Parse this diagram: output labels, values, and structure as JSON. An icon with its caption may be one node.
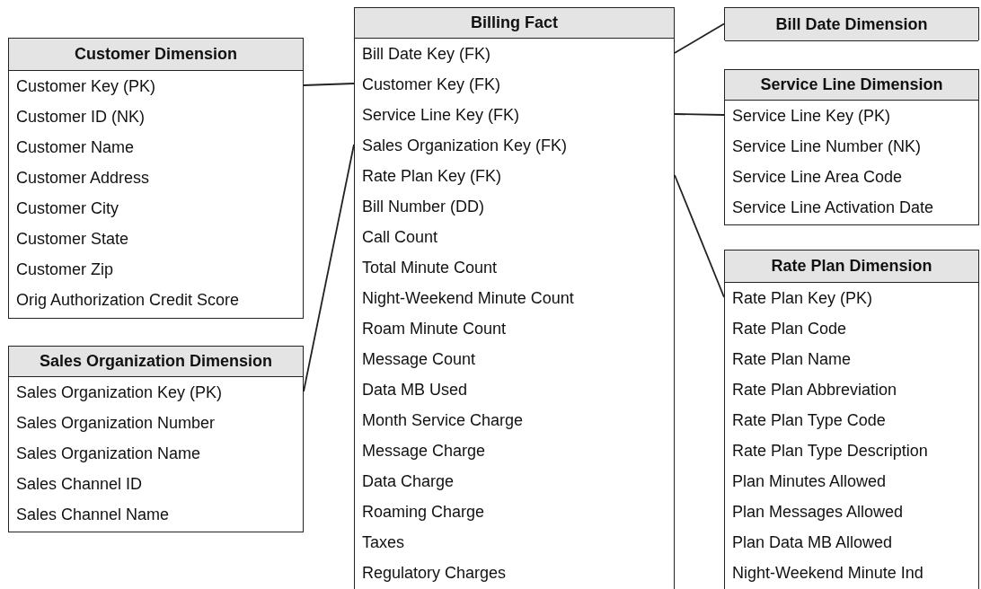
{
  "diagram": {
    "nodes": [
      {
        "text": [
          "Customer Dimension",
          "Customer Key (PK)",
          "Customer ID (NK)",
          "Customer Name",
          "Customer Address",
          "Customer City",
          "Customer State",
          "Customer Zip",
          "Orig Authorization Credit Score"
        ]
      },
      {
        "text": [
          "Sales Organization Dimension",
          "Sales Organization Key (PK)",
          "Sales Organization Number",
          "Sales Organization Name",
          "Sales Channel ID",
          "Sales Channel Name"
        ]
      },
      {
        "text": [
          "Billing Fact",
          "Bill Date Key (FK)",
          "Customer Key (FK)",
          "Service Line Key (FK)",
          "Sales Organization Key (FK)",
          "Rate Plan Key (FK)",
          "Bill Number (DD)",
          "Call Count",
          "Total Minute Count",
          "Night-Weekend Minute Count",
          "Roam Minute Count",
          "Message Count",
          "Data MB Used",
          "Month Service Charge",
          "Message Charge",
          "Data Charge",
          "Roaming Charge",
          "Taxes",
          "Regulatory Charges"
        ]
      },
      {
        "text": [
          "Bill Date Dimension"
        ]
      },
      {
        "text": [
          "Service Line Dimension",
          "Service Line Key (PK)",
          "Service Line Number (NK)",
          "Service Line Area Code",
          "Service Line Activation Date"
        ]
      },
      {
        "text": [
          "Rate Plan Dimension",
          "Rate Plan Key (PK)",
          "Rate Plan Code",
          "Rate Plan Name",
          "Rate Plan Abbreviation",
          "Rate Plan Type Code",
          "Rate Plan Type Description",
          "Plan Minutes Allowed",
          "Plan Messages Allowed",
          "Plan Data MB Allowed",
          "Night-Weekend Minute Ind"
        ]
      }
    ],
    "edges": [
      {
        "from": 0,
        "to": 2,
        "arrow": "none"
      },
      {
        "from": 1,
        "to": 2,
        "arrow": "none"
      },
      {
        "from": 3,
        "to": 2,
        "arrow": "none"
      },
      {
        "from": 4,
        "to": 2,
        "arrow": "none"
      },
      {
        "from": 5,
        "to": 2,
        "arrow": "none"
      }
    ]
  }
}
